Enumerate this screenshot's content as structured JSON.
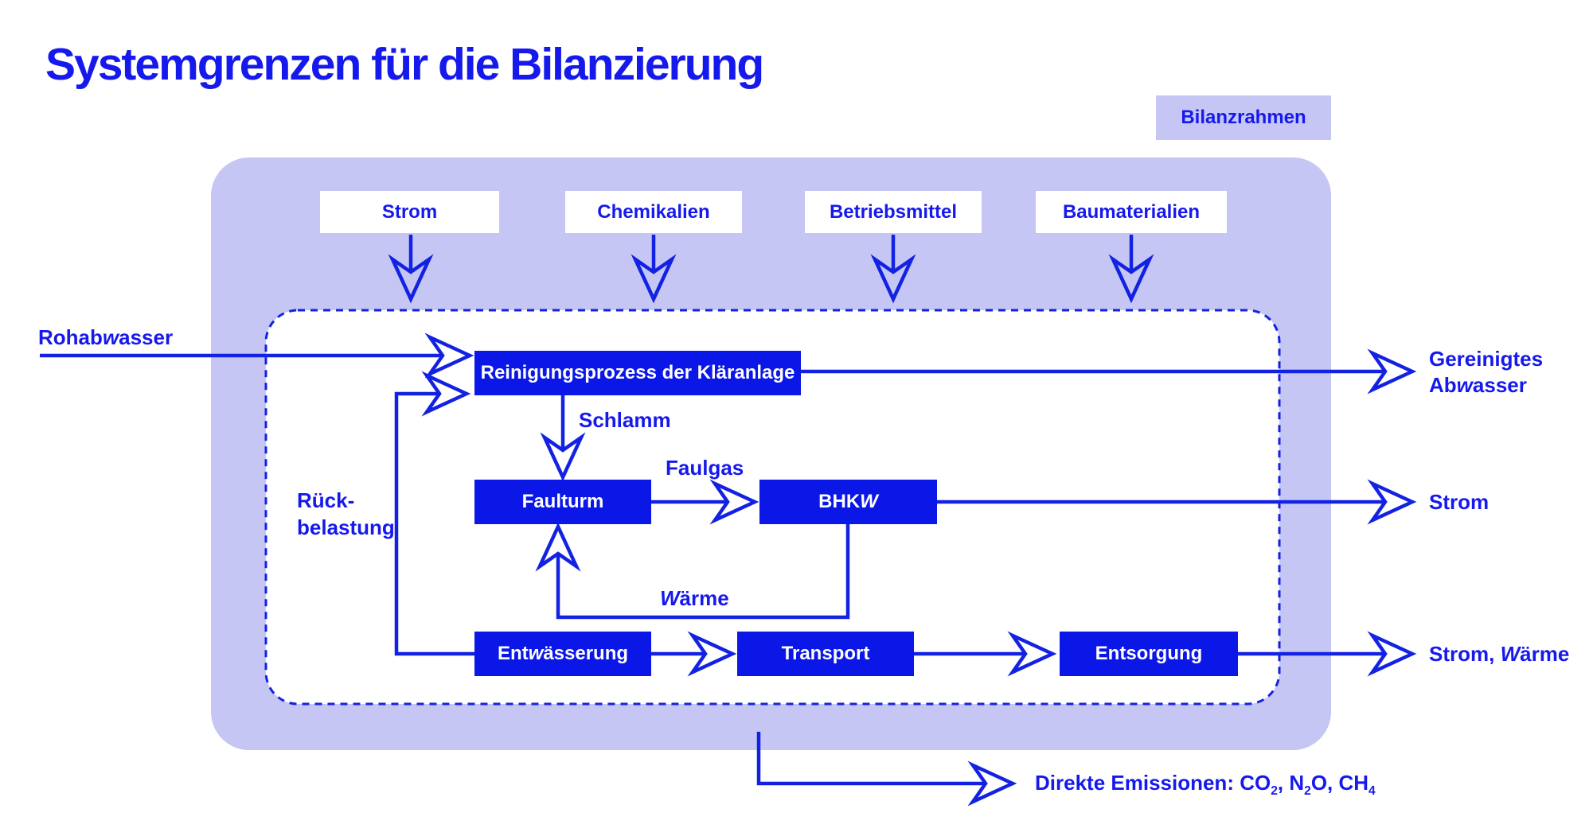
{
  "title": "Systemgrenzen für die Bilanzierung",
  "badge": "Bilanzrahmen",
  "colors": {
    "accent": "#1619EC",
    "line": "#1322E2",
    "box_fill": "#0A17E6",
    "box_text": "#FFFFFF",
    "lavender": "#C5C6F4",
    "panel": "#FFFFFF"
  },
  "inputs": {
    "strom": "Strom",
    "chemikalien": "Chemikalien",
    "betriebsmittel": "Betriebsmittel",
    "baumaterialien": "Baumaterialien"
  },
  "processes": {
    "reinigung": "Reinigungsprozess der Kläranlage",
    "faulturm": "Faulturm",
    "bhkw": "BHKW",
    "entwaesserung": "Entwässerung",
    "transport": "Transport",
    "entsorgung": "Entsorgung"
  },
  "flows": {
    "rohabwasser": "Rohabwasser",
    "schlamm": "Schlamm",
    "faulgas": "Faulgas",
    "waerme": "Wärme",
    "rueckbelastung": [
      "Rück-",
      "belastung"
    ]
  },
  "outputs": {
    "gereinigtes": [
      "Gereinigtes",
      "Abwasser"
    ],
    "strom": "Strom",
    "strom_waerme": "Strom, Wärme",
    "emissionen": "Direkte Emissionen: CO₂, N₂O, CH₄"
  }
}
